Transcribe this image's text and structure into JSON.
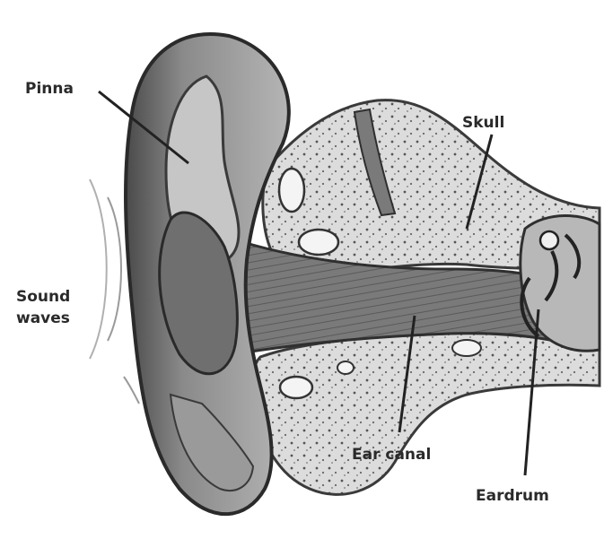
{
  "figure": {
    "labels": {
      "pinna": "Pinna",
      "skull": "Skull",
      "sound_waves_line1": "Sound",
      "sound_waves_line2": "waves",
      "ear_canal": "Ear canal",
      "eardrum": "Eardrum"
    },
    "colors": {
      "background": "#ffffff",
      "ink": "#2a2a2a",
      "shade_dark": "#5f5f5f",
      "shade_mid": "#8c8c8c",
      "shade_light": "#c9c9c9",
      "bone": "#e6e6e6"
    }
  }
}
